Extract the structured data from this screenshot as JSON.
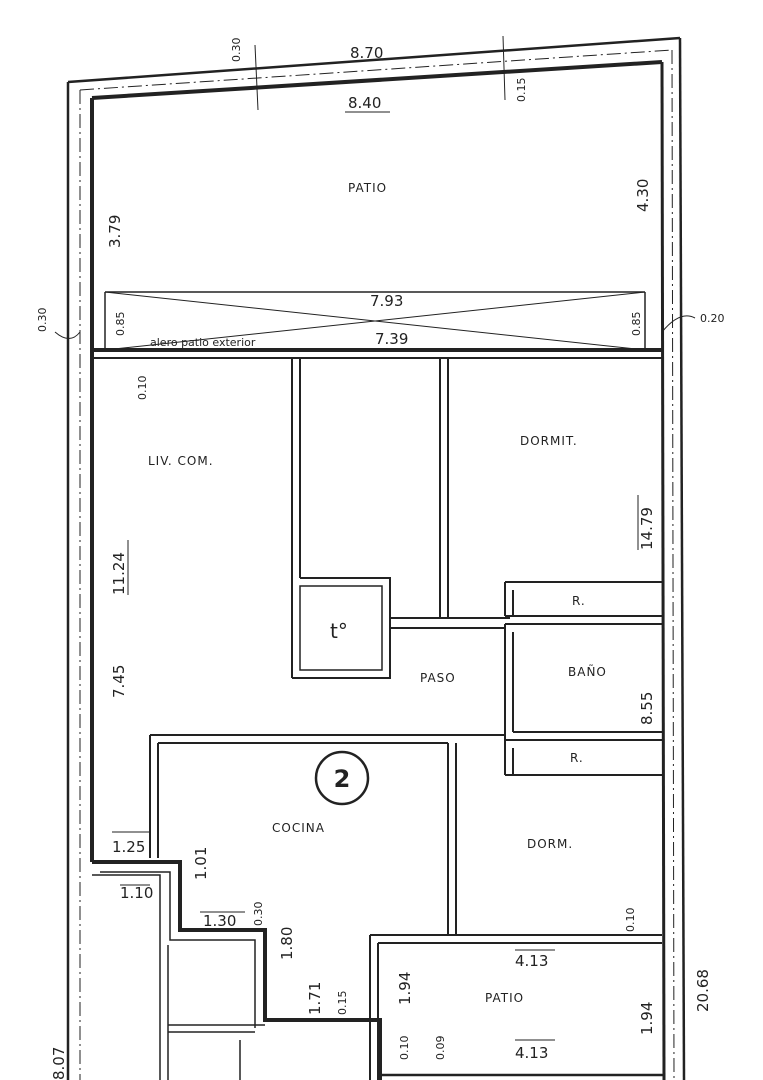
{
  "colors": {
    "ink": "#222222",
    "paper": "#ffffff"
  },
  "rooms": {
    "patio_top": "PATIO",
    "living": "LIV. COM.",
    "dormit": "DORMIT.",
    "bano": "BAÑO",
    "r1": "R.",
    "r2": "R.",
    "t_room": "t°",
    "paso": "PASO",
    "cocina": "COCINA",
    "dorm": "DORM.",
    "patio_bottom": "PATIO"
  },
  "badge": "2",
  "labels": {
    "alero": "alero patio exterior"
  },
  "dims": {
    "d_030_top": "0.30",
    "d_870": "8.70",
    "d_840": "8.40",
    "d_015": "0.15",
    "d_430": "4.30",
    "d_379": "3.79",
    "d_793": "7.93",
    "d_739": "7.39",
    "d_030_left": "0.30",
    "d_085_left": "0.85",
    "d_085_right": "0.85",
    "d_020_right": "0.20",
    "d_010_liv": "0.10",
    "d_1479": "14.79",
    "d_1124": "11.24",
    "d_745": "7.45",
    "d_855": "8.55",
    "d_125": "1.25",
    "d_101": "1.01",
    "d_110": "1.10",
    "d_130": "1.30",
    "d_030_mid": "0.30",
    "d_180": "1.80",
    "d_171": "1.71",
    "d_015b": "0.15",
    "d_413_top": "4.13",
    "d_413_bot": "4.13",
    "d_194_left": "1.94",
    "d_194_right": "1.94",
    "d_010_patio": "0.10",
    "d_010_dorm": "0.10",
    "d_009": "0.09",
    "d_2068": "20.68",
    "d_807": "8.07"
  }
}
